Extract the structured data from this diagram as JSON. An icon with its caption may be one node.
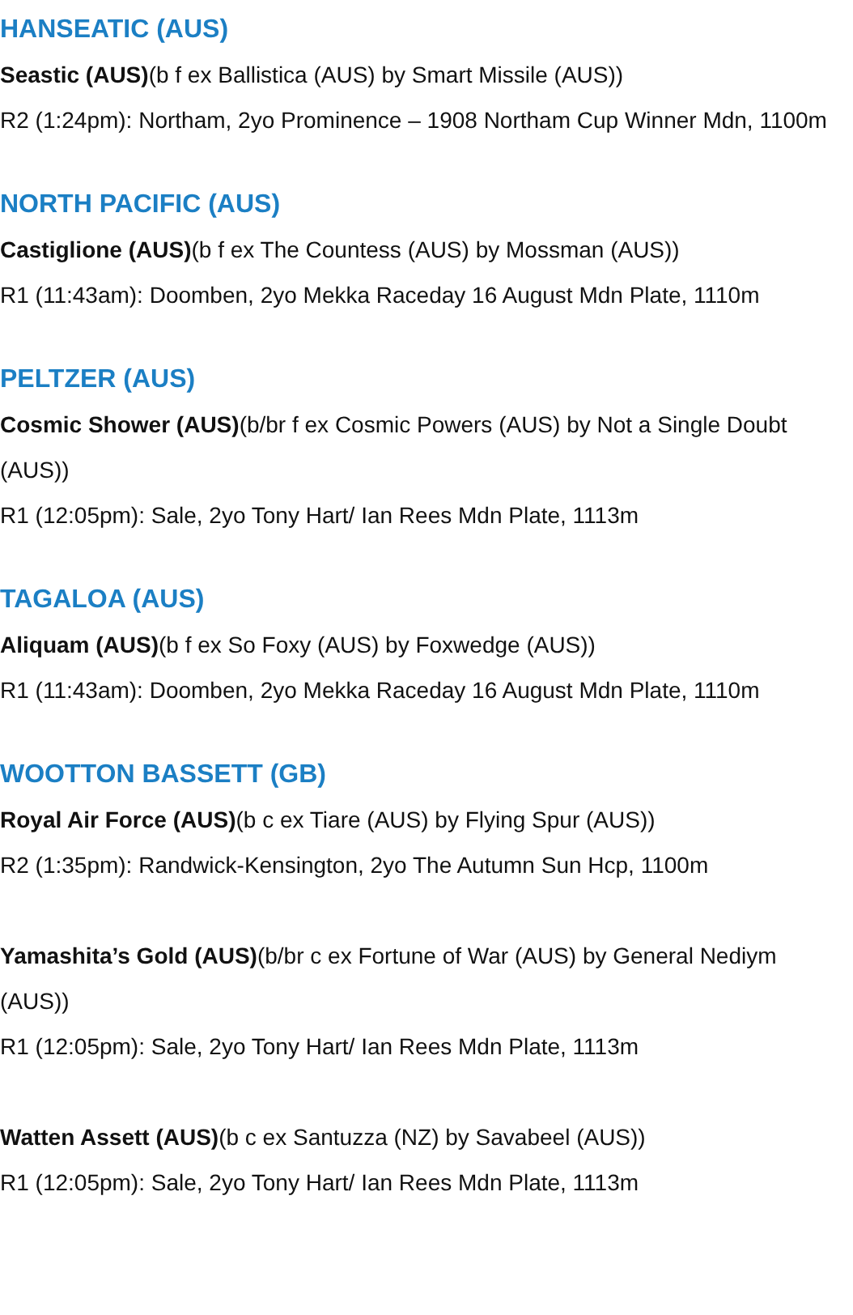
{
  "diagram": {
    "labels": [
      "HANSEATIC (AUS)",
      "**Seastic (AUS)**(b f ex Ballistica (AUS) by Smart Missile (AUS))",
      "R2 (1:24pm): Northam, 2yo Prominence – 1908 Northam Cup Winner Mdn, 1100m",
      "NORTH PACIFIC (AUS)",
      "**Castiglione (AUS)**(b f ex The Countess (AUS) by Mossman (AUS))",
      "R1 (11:43am): Doomben, 2yo Mekka Raceday 16 August Mdn Plate, 1110m",
      "PELTZER (AUS)",
      "**Cosmic Shower (AUS)**(b/br f ex Cosmic Powers (AUS) by Not a Single Doubt (AUS))",
      "R1 (12:05pm): Sale, 2yo Tony Hart/ Ian Rees Mdn Plate, 1113m",
      "TAGALOA (AUS)",
      "**Aliquam (AUS)**(b f ex So Foxy (AUS) by Foxwedge (AUS))",
      "R1 (11:43am): Doomben, 2yo Mekka Raceday 16 August Mdn Plate, 1110m",
      "WOOTTON BASSETT (GB)",
      "**Royal Air Force (AUS)**(b c ex Tiare (AUS) by Flying Spur (AUS))",
      "R2 (1:35pm): Randwick-Kensington, 2yo The Autumn Sun Hcp, 1100m",
      "**Yamashita’s Gold (AUS)**(b/br c ex Fortune of War (AUS) by General Nediym (AUS))",
      "R1 (12:05pm): Sale, 2yo Tony Hart/ Ian Rees Mdn Plate, 1113m",
      "**Watten Assett (AUS)**(b c ex Santuzza (NZ) by Savabeel (AUS))",
      "R1 (12:05pm): Sale, 2yo Tony Hart/ Ian Rees Mdn Plate, 1113m"
    ]
  }
}
